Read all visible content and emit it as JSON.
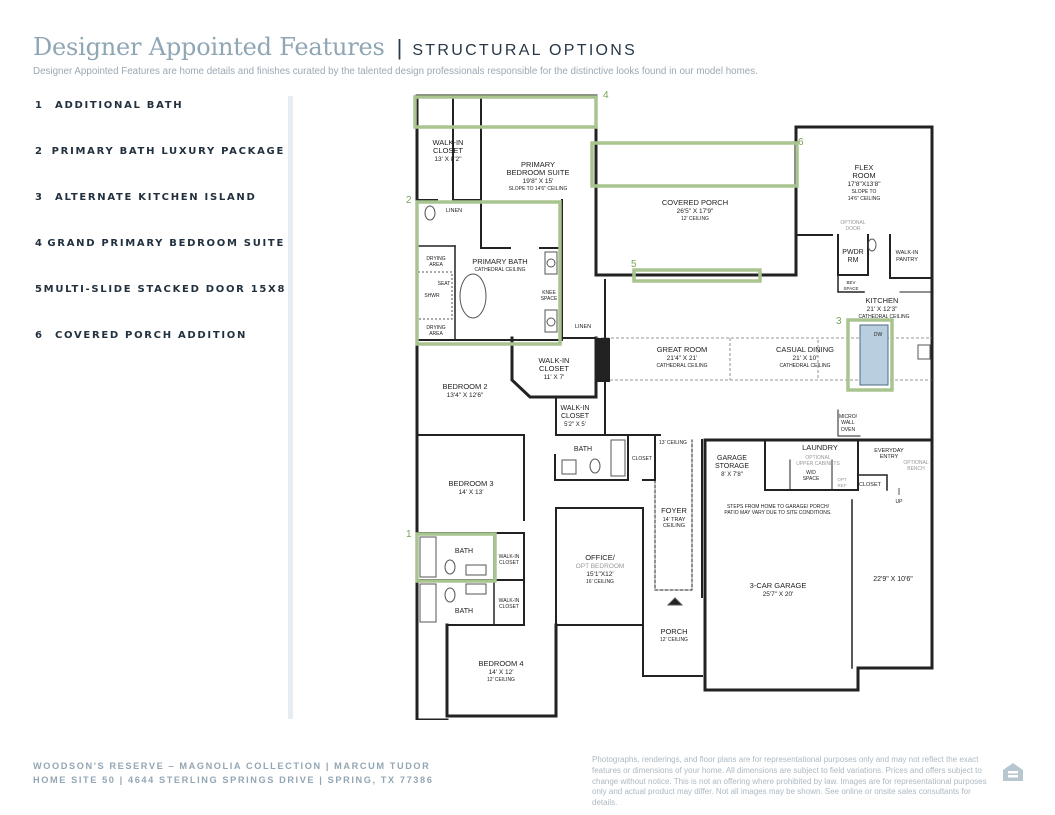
{
  "header": {
    "title": "Designer Appointed Features",
    "separator": "|",
    "subtitle": "STRUCTURAL OPTIONS",
    "description": "Designer Appointed Features are home details and finishes curated by the talented design professionals responsible for the distinctive looks found in our model homes."
  },
  "options": [
    {
      "number": "1",
      "label": "ADDITIONAL BATH"
    },
    {
      "number": "2",
      "label": "PRIMARY BATH LUXURY PACKAGE"
    },
    {
      "number": "3",
      "label": "ALTERNATE KITCHEN ISLAND"
    },
    {
      "number": "4",
      "label": "GRAND PRIMARY BEDROOM SUITE"
    },
    {
      "number": "5",
      "label": "MULTI-SLIDE STACKED DOOR 15X8"
    },
    {
      "number": "6",
      "label": "COVERED PORCH ADDITION"
    }
  ],
  "floorplan": {
    "markers": {
      "m1": "1",
      "m2": "2",
      "m3": "3",
      "m4": "4",
      "m5": "5",
      "m6": "6"
    },
    "rooms": {
      "walkin_closet_top": {
        "l1": "WALK-IN",
        "l2": "CLOSET",
        "l3": "13' X 8'2\""
      },
      "primary_suite": {
        "l1": "PRIMARY",
        "l2": "BEDROOM SUITE",
        "l3": "19'8\" X 15'",
        "l4": "SLOPE TO 14'6\" CEILING"
      },
      "covered_porch": {
        "l1": "COVERED PORCH",
        "l2": "26'5\" X 17'9\"",
        "l3": "12' CEILING"
      },
      "flex_room": {
        "l1": "FLEX",
        "l2": "ROOM",
        "l3": "17'8\"X13'8\"",
        "l4": "SLOPE TO",
        "l5": "14'6\" CEILING",
        "l6": "OPTIONAL",
        "l7": "DOOR"
      },
      "linen_top": {
        "l1": "LINEN"
      },
      "pwdr": {
        "l1": "PWDR",
        "l2": "RM"
      },
      "walkin_pantry": {
        "l1": "WALK-IN",
        "l2": "PANTRY"
      },
      "primary_bath": {
        "l1": "PRIMARY BATH",
        "l2": "CATHEDRAL CEILING"
      },
      "drying_area_top": {
        "l1": "DRYING",
        "l2": "AREA"
      },
      "drying_area_bottom": {
        "l1": "DRYING",
        "l2": "AREA"
      },
      "seat": {
        "l1": "SEAT"
      },
      "shwr": {
        "l1": "SHWR"
      },
      "knee_space": {
        "l1": "KNEE",
        "l2": "SPACE"
      },
      "bev_space": {
        "l1": "BEV",
        "l2": "SPACE"
      },
      "kitchen": {
        "l1": "KITCHEN",
        "l2": "21' X 12'3\"",
        "l3": "CATHEDRAL CEILING"
      },
      "dw": {
        "l1": "DW"
      },
      "linen_mid": {
        "l1": "LINEN"
      },
      "walkin_closet_mid": {
        "l1": "WALK-IN",
        "l2": "CLOSET",
        "l3": "11' X 7'"
      },
      "great_room": {
        "l1": "GREAT ROOM",
        "l2": "21'4\" X 21'",
        "l3": "CATHEDRAL CEILING"
      },
      "casual_dining": {
        "l1": "CASUAL DINING",
        "l2": "21' X 10'",
        "l3": "CATHEDRAL CEILING"
      },
      "bedroom2": {
        "l1": "BEDROOM 2",
        "l2": "13'4\" X 12'6\""
      },
      "walkin_closet_small": {
        "l1": "WALK-IN",
        "l2": "CLOSET",
        "l3": "5'2\" X 5'"
      },
      "micro": {
        "l1": "MICRO/",
        "l2": "WALL",
        "l3": "OVEN"
      },
      "bath_mid": {
        "l1": "BATH"
      },
      "closet_mid": {
        "l1": "CLOSET"
      },
      "ceiling_13": {
        "l1": "13' CEILING"
      },
      "garage_storage": {
        "l1": "GARAGE",
        "l2": "STORAGE",
        "l3": "8' X 7'8\""
      },
      "laundry": {
        "l1": "LAUNDRY",
        "l2": "OPTIONAL",
        "l3": "UPPER CABINETS",
        "l4": "W/D",
        "l5": "SPACE",
        "l6": "OPT",
        "l7": "REF"
      },
      "everyday_entry": {
        "l1": "EVERYDAY",
        "l2": "ENTRY",
        "l3": "OPTIONAL",
        "l4": "BENCH"
      },
      "closet_laundry": {
        "l1": "CLOSET"
      },
      "up": {
        "l1": "UP"
      },
      "bedroom3": {
        "l1": "BEDROOM 3",
        "l2": "14' X 13'"
      },
      "foyer": {
        "l1": "FOYER",
        "l2": "14' TRAY",
        "l3": "CEILING"
      },
      "steps_note": {
        "l1": "STEPS FROM HOME TO GARAGE/ PORCH/",
        "l2": "PATIO MAY VARY DUE TO SITE CONDITIONS."
      },
      "bath_opt1": {
        "l1": "BATH"
      },
      "walkin_closet_b1": {
        "l1": "WALK-IN",
        "l2": "CLOSET"
      },
      "office": {
        "l1": "OFFICE/",
        "l2": "OPT BEDROOM",
        "l3": "15'1\"X12'",
        "l4": "16' CEILING"
      },
      "garage": {
        "l1": "3-CAR GARAGE",
        "l2": "25'7\" X 20'"
      },
      "garage_side": {
        "l1": "22'9\" X 10'6\""
      },
      "bath_bottom": {
        "l1": "BATH"
      },
      "walkin_closet_b2": {
        "l1": "WALK-IN",
        "l2": "CLOSET"
      },
      "porch": {
        "l1": "PORCH",
        "l2": "12' CEILING"
      },
      "bedroom4": {
        "l1": "BEDROOM 4",
        "l2": "14' X 12'",
        "l3": "12' CEILING"
      }
    }
  },
  "footer": {
    "line1": "WOODSON'S RESERVE – MAGNOLIA COLLECTION  |  MARCUM TUDOR",
    "line2": "HOME SITE 50  |  4644 STERLING SPRINGS DRIVE  |  SPRING, TX 77386",
    "disclaimer": "Photographs, renderings, and floor plans are for representational purposes only and may not reflect the exact features or dimensions of your home. All dimensions are subject to field variations. Prices and offers subject to change without notice. This is not an offering where prohibited by law. Images are for representational purposes only and actual product may differ. Not all images may be shown. See online or onsite sales consultants for details."
  },
  "colors": {
    "title": "#8fa6b4",
    "text": "#22313f",
    "highlight": "#a8c48f",
    "marker": "#79a354",
    "island": "#b9cfdf"
  },
  "icons": {
    "equal_housing": "equal-housing-icon"
  }
}
